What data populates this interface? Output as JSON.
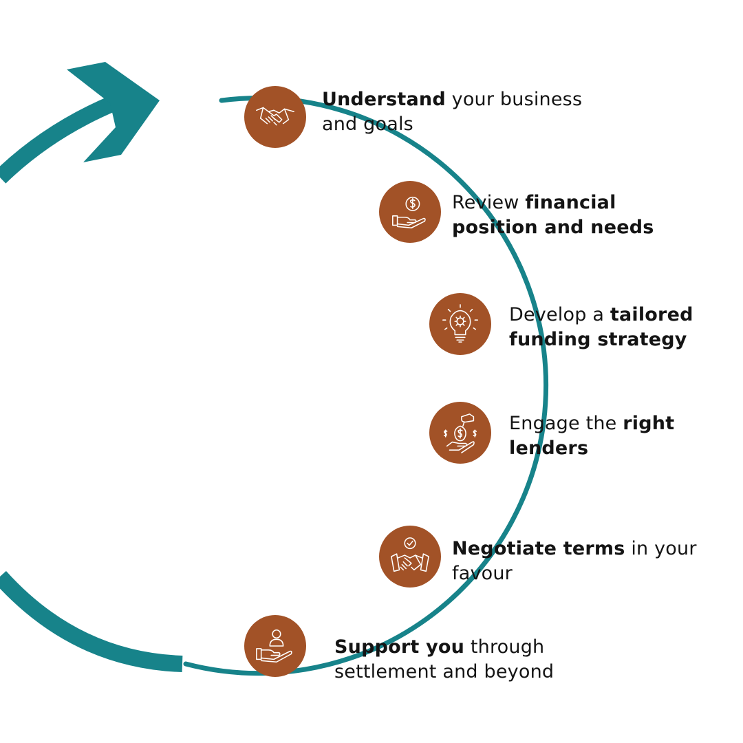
{
  "colors": {
    "teal": "#17838a",
    "badge": "#a25227",
    "icon_line": "#ffffff",
    "text": "#141414",
    "background": "#ffffff"
  },
  "steps": [
    {
      "icon": "handshake-icon",
      "line1": [
        {
          "t": "Understand",
          "b": true
        },
        {
          "t": " your business",
          "b": false
        }
      ],
      "line2": [
        {
          "t": "and goals",
          "b": false
        }
      ]
    },
    {
      "icon": "hand-coin-icon",
      "line1": [
        {
          "t": "Review ",
          "b": false
        },
        {
          "t": "financial",
          "b": true
        }
      ],
      "line2": [
        {
          "t": "position and needs",
          "b": true
        }
      ]
    },
    {
      "icon": "lightbulb-gear-icon",
      "line1": [
        {
          "t": "Develop a ",
          "b": false
        },
        {
          "t": "tailored",
          "b": true
        }
      ],
      "line2": [
        {
          "t": "funding strategy",
          "b": true
        }
      ]
    },
    {
      "icon": "money-exchange-icon",
      "line1": [
        {
          "t": "Engage the ",
          "b": false
        },
        {
          "t": "right",
          "b": true
        }
      ],
      "line2": [
        {
          "t": "lenders",
          "b": true
        }
      ]
    },
    {
      "icon": "handshake-check-icon",
      "line1": [
        {
          "t": "Negotiate terms",
          "b": true
        },
        {
          "t": " in your",
          "b": false
        }
      ],
      "line2": [
        {
          "t": "favour",
          "b": false
        }
      ]
    },
    {
      "icon": "hand-person-icon",
      "line1": [
        {
          "t": "Support you",
          "b": true
        },
        {
          "t": " through",
          "b": false
        }
      ],
      "line2": [
        {
          "t": "settlement and beyond",
          "b": false
        }
      ]
    }
  ]
}
